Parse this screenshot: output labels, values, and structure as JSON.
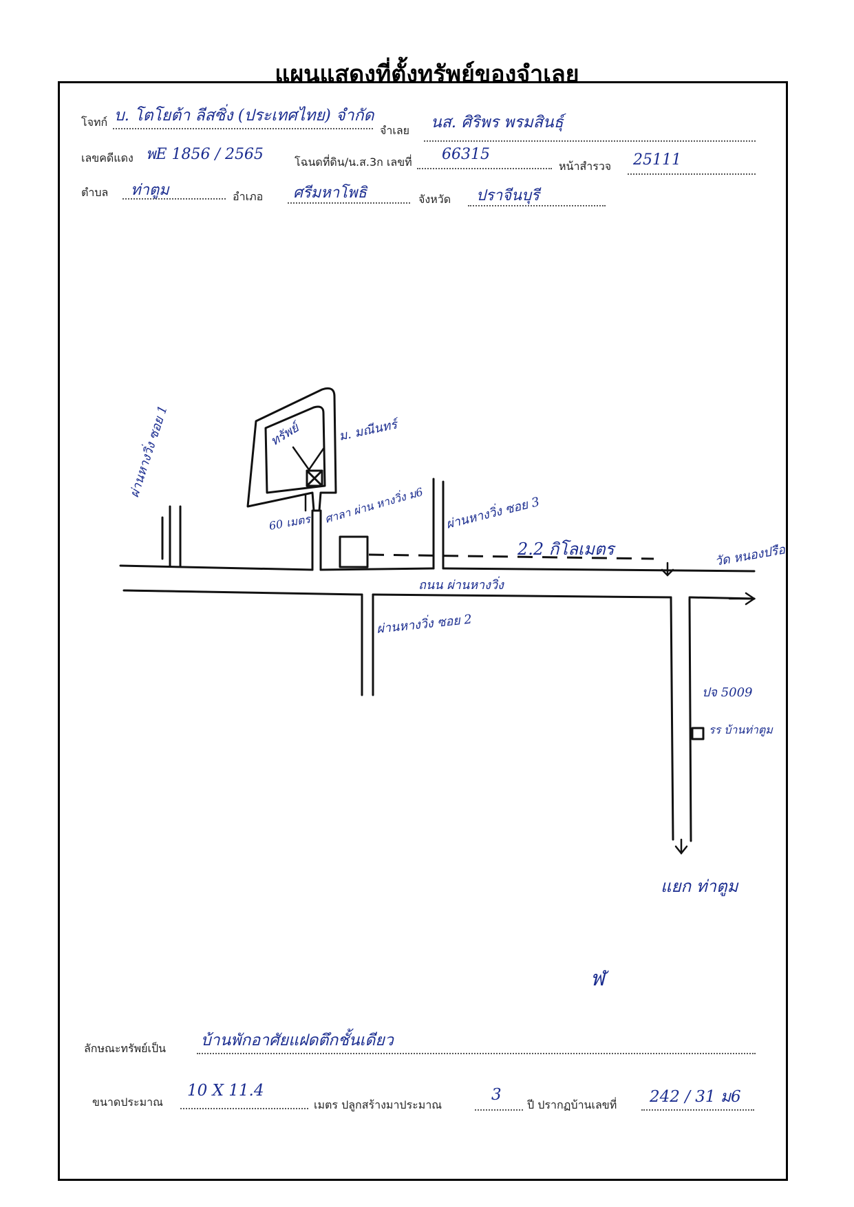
{
  "document": {
    "title": "แผนแสดงที่ตั้งทรัพย์ของจำเลย"
  },
  "header": {
    "plaintiff_label": "โจทก์",
    "plaintiff_value": "บ. โตโยต้า ลีสซิ่ง (ประเทศไทย) จำกัด",
    "defendant_label": "จำเลย",
    "defendant_value": "นส. ศิริพร พรมสินธุ์",
    "case_label": "เลขคดีแดง",
    "case_value": "พE 1856 / 2565",
    "deed_label": "โฉนดที่ดิน/น.ส.3ก เลขที่",
    "deed_value": "66315",
    "survey_label": "หน้าสำรวจ",
    "survey_value": "25111",
    "subdistrict_label": "ตำบล",
    "subdistrict_value": "ท่าตูม",
    "district_label": "อำเภอ",
    "district_value": "ศรีมหาโพธิ",
    "province_label": "จังหวัด",
    "province_value": "ปราจีนบุรี"
  },
  "map": {
    "asset_label": "ทรัพย์",
    "house_owner_label": "ม. มณีนทร์",
    "distance_label": "60 เมตร",
    "left_soi_label": "ผ่านหางวิ่ง ซอย 1",
    "sala_label": "ศาลา ผ่าน หางวิ่ง ม6",
    "soi3_label": "ผ่านหางวิ่ง ซอย 3",
    "distance_km_label": "2.2 กิโลเมตร",
    "temple_label": "วัด หนองปรือ",
    "main_road_label": "ถนน ผ่านหางวิ่ง",
    "soi2_label": "ผ่านหางวิ่ง ซอย 2",
    "road_code_label": "ปจ 5009",
    "school_label": "รร บ้านท่าตูม",
    "junction_label": "แยก ท่าตูม",
    "initials": "ฬ"
  },
  "footer": {
    "property_type_label": "ลักษณะทรัพย์เป็น",
    "property_type_value": "บ้านพักอาศัยแฝดตึกชั้นเดียว",
    "size_label": "ขนาดประมาณ",
    "size_value": "10 X 11.4",
    "build_label": "เมตร ปลูกสร้างมาประมาณ",
    "build_value": "3",
    "house_no_label": "ปี ปรากฏบ้านเลขที่",
    "house_no_value": "242 / 31 ม6"
  },
  "colors": {
    "ink": "#1a2c8f",
    "print": "#000000"
  }
}
